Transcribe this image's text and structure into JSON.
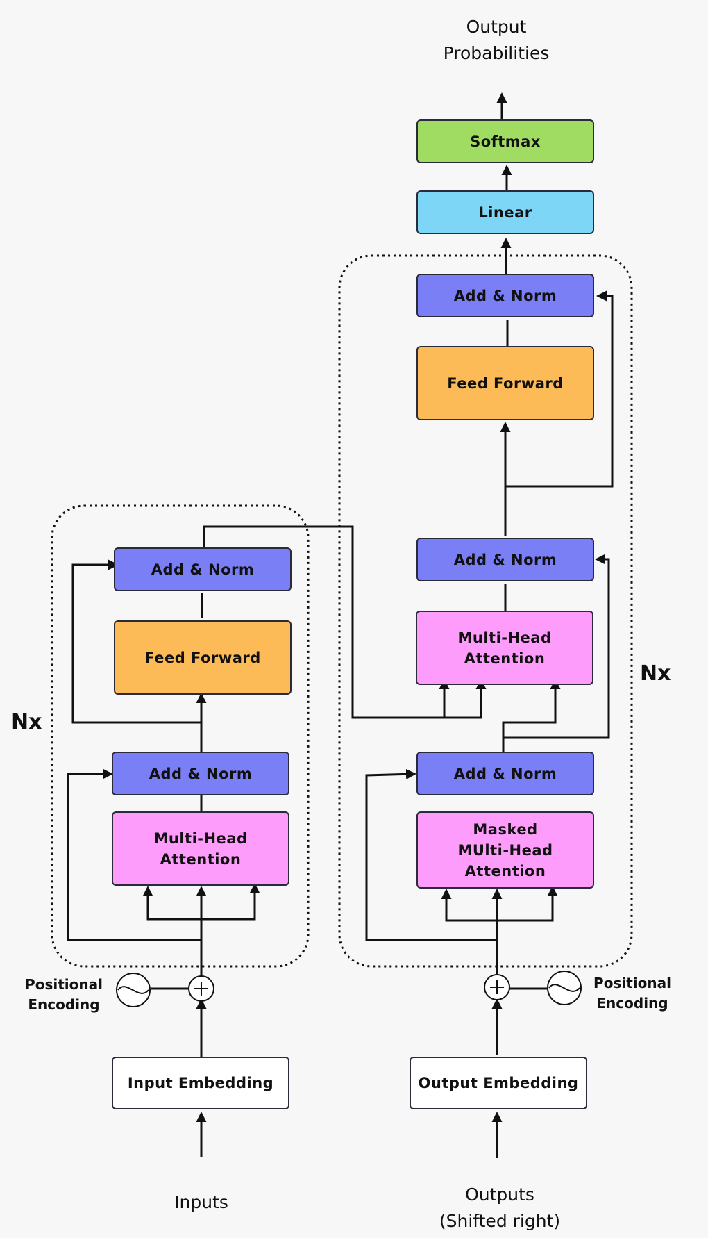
{
  "output_label": "Output\nProbabilities",
  "nx_label": "Nx",
  "encoder": {
    "add_norm_top": "Add & Norm",
    "feed_forward": "Feed Forward",
    "add_norm_bottom": "Add & Norm",
    "attention": "Multi-Head\nAttention",
    "embedding": "Input Embedding",
    "positional_encoding": "Positional\nEncoding",
    "inputs": "Inputs"
  },
  "decoder": {
    "softmax": "Softmax",
    "linear": "Linear",
    "add_norm_top": "Add & Norm",
    "feed_forward": "Feed Forward",
    "add_norm_middle": "Add & Norm",
    "cross_attention": "Multi-Head\nAttention",
    "add_norm_bottom": "Add & Norm",
    "masked_attention": "Masked\nMUlti-Head\nAttention",
    "embedding": "Output Embedding",
    "positional_encoding": "Positional\nEncoding",
    "outputs": "Outputs\n(Shifted right)"
  },
  "colors": {
    "add_norm": "#7a7ff5",
    "feed_forward": "#fdbb57",
    "attention": "#fd9cfa",
    "linear": "#7dd6f6",
    "softmax": "#a0dc62",
    "embedding": "#ffffff"
  }
}
